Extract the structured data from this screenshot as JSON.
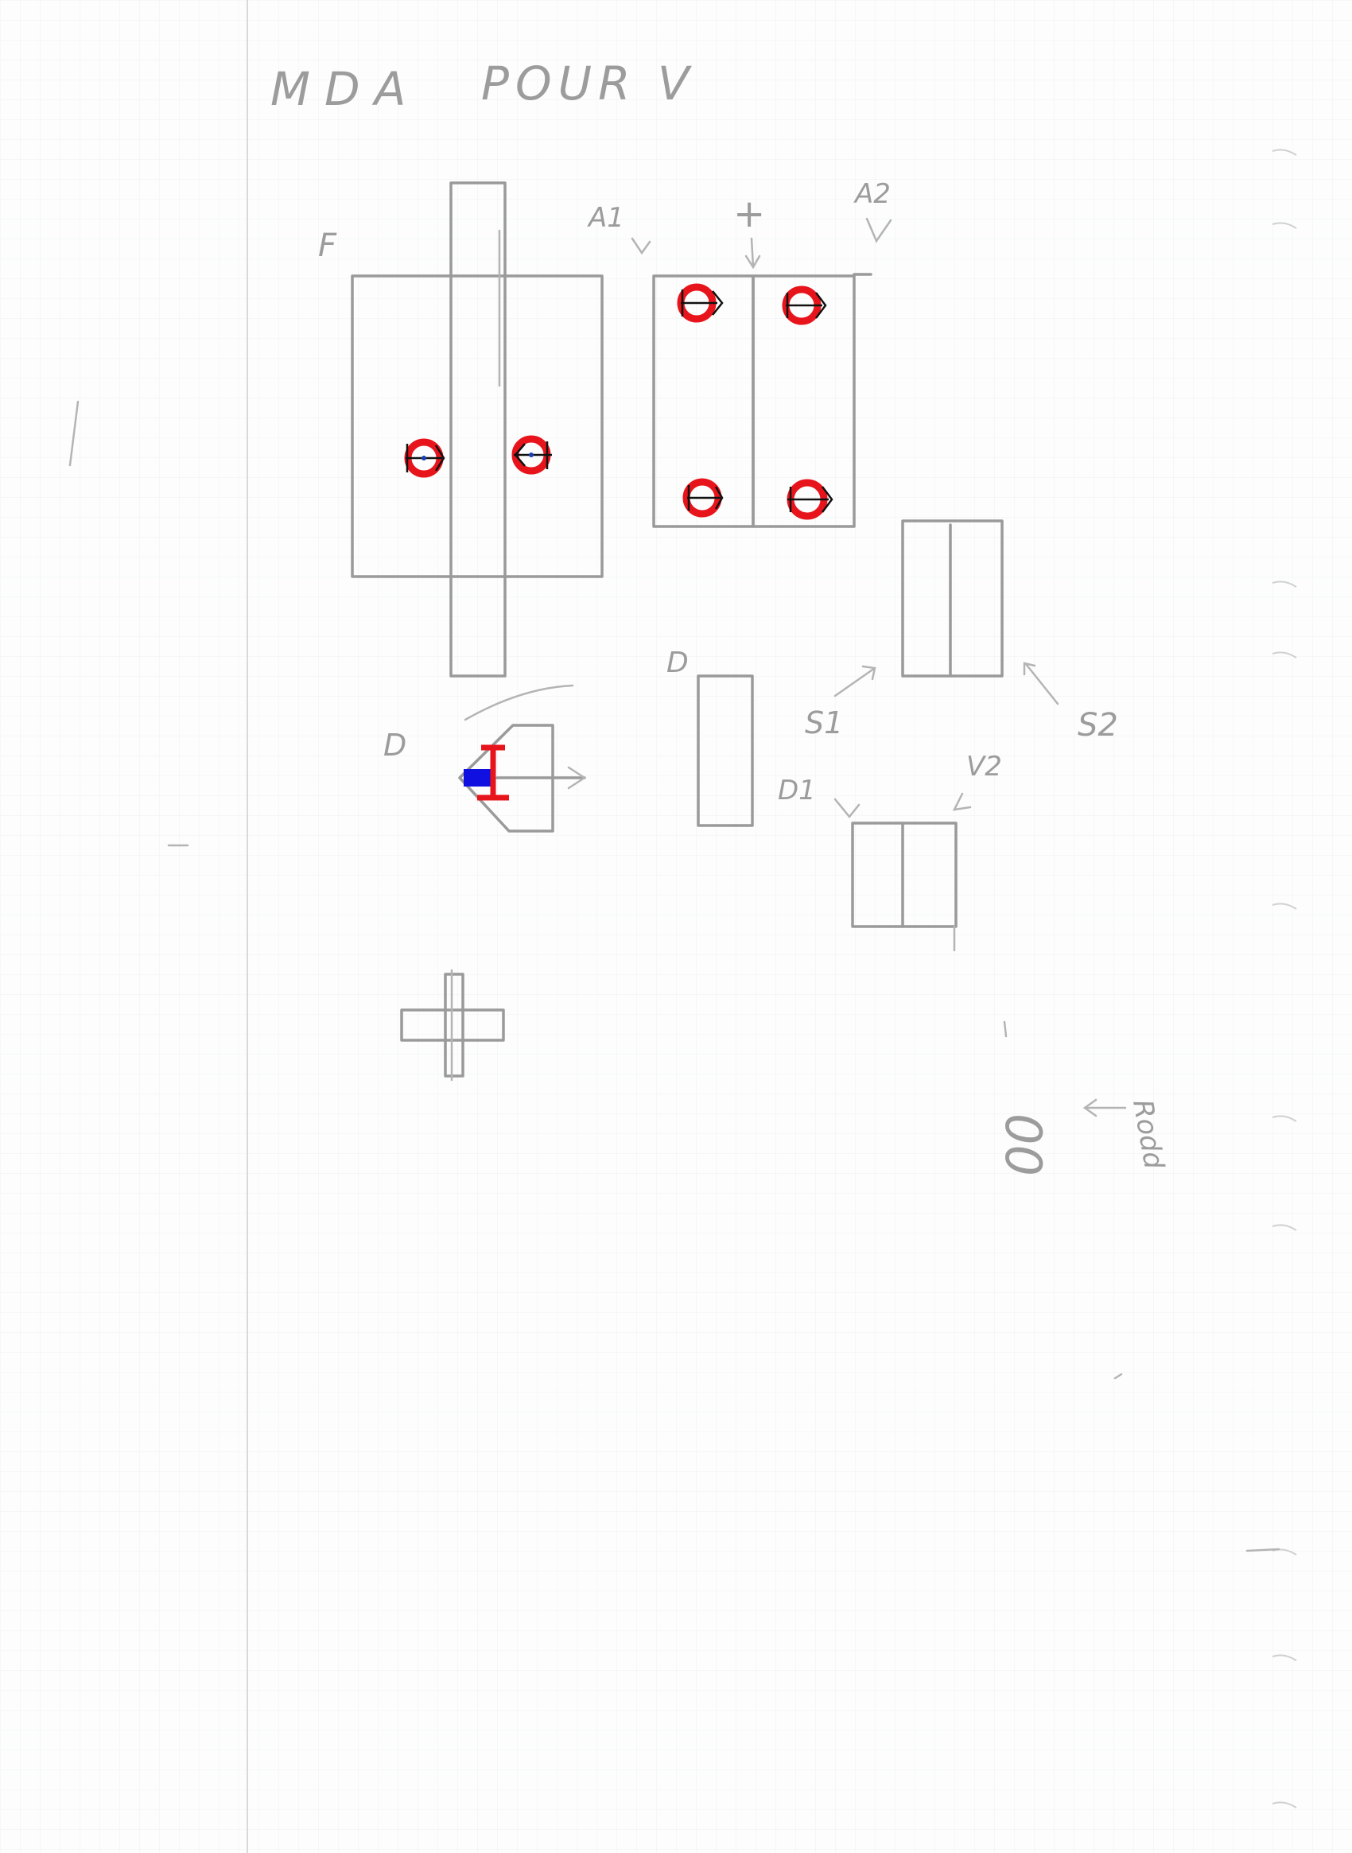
{
  "document": {
    "title_left": "MDA",
    "title_right": "POUR V"
  },
  "labels": {
    "f": "F",
    "a1": "A1",
    "plus": "+",
    "a2": "A2",
    "d_top_left": "D",
    "d_middle": "D",
    "s1": "S1",
    "s2": "S2",
    "d1": "D1",
    "d2": "V2",
    "rodd_digits": "00",
    "rodd_word": "Rodd"
  },
  "colors": {
    "paper": "#fdfdfd",
    "grid": "#e9eef2",
    "margin_line": "#d6d6d6",
    "pencil": "#9a9a9a",
    "red_marker": "#e8141c",
    "blue_marker": "#1010e0",
    "hole": "#dcdcdc"
  }
}
